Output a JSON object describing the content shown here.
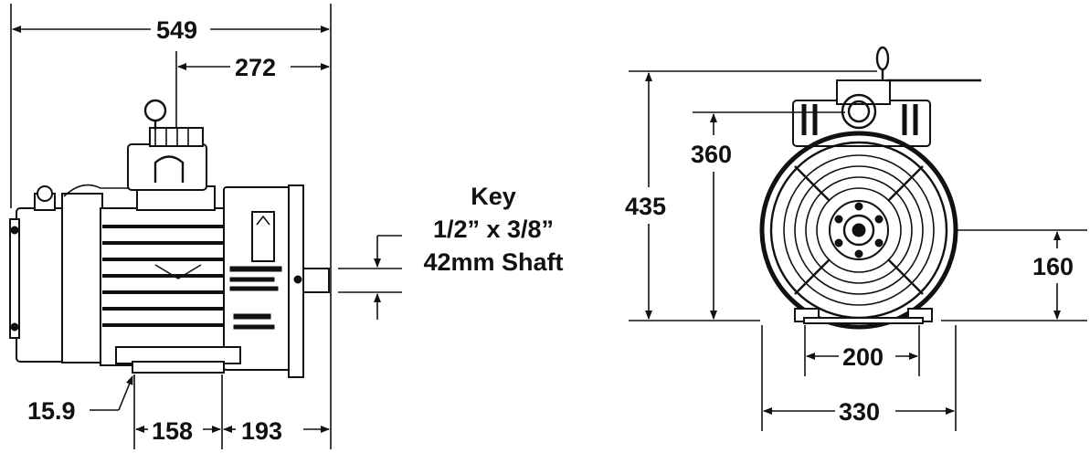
{
  "dimensions": {
    "overall_length": "549",
    "eye_to_shaft_end": "272",
    "foot_offset": "15.9",
    "foot_spacing_side": "158",
    "foot_to_shaft_end": "193",
    "overall_height": "435",
    "lift_height": "360",
    "shaft_center_height": "160",
    "foot_spacing_front": "200",
    "overall_width": "330"
  },
  "key_callout": {
    "title": "Key",
    "size": "1/2” x 3/8”",
    "shaft": "42mm Shaft"
  },
  "colors": {
    "line": "#111111",
    "background": "#ffffff"
  }
}
